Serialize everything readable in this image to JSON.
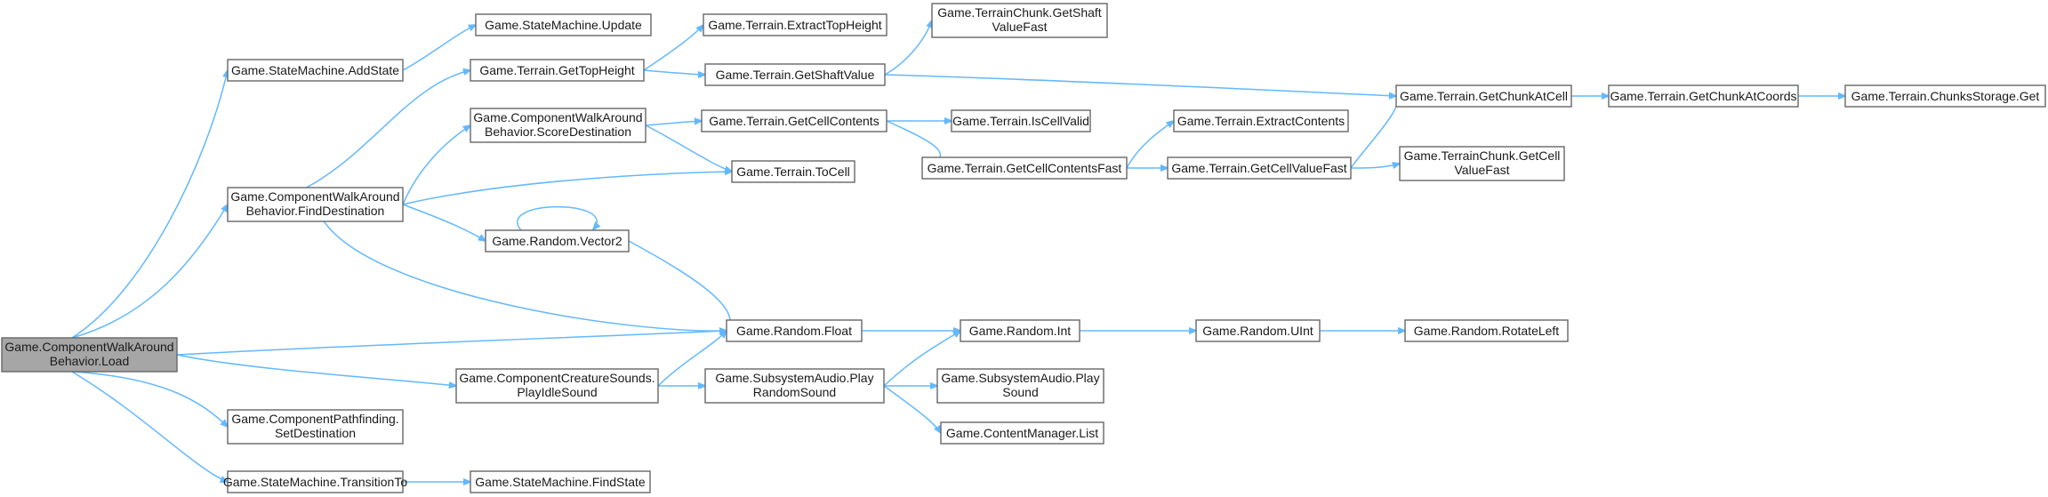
{
  "nodes": {
    "load": [
      "Game.ComponentWalkAround",
      "Behavior.Load"
    ],
    "addState": [
      "Game.StateMachine.AddState"
    ],
    "findDest": [
      "Game.ComponentWalkAround",
      "Behavior.FindDestination"
    ],
    "setDest": [
      "Game.ComponentPathfinding.",
      "SetDestination"
    ],
    "transTo": [
      "Game.StateMachine.TransitionTo"
    ],
    "smUpdate": [
      "Game.StateMachine.Update"
    ],
    "topHeight": [
      "Game.Terrain.GetTopHeight"
    ],
    "scoreDest": [
      "Game.ComponentWalkAround",
      "Behavior.ScoreDestination"
    ],
    "vector2": [
      "Game.Random.Vector2"
    ],
    "playIdle": [
      "Game.ComponentCreatureSounds.",
      "PlayIdleSound"
    ],
    "findState": [
      "Game.StateMachine.FindState"
    ],
    "extractTop": [
      "Game.Terrain.ExtractTopHeight"
    ],
    "shaftValue": [
      "Game.Terrain.GetShaftValue"
    ],
    "cellContents": [
      "Game.Terrain.GetCellContents"
    ],
    "toCell": [
      "Game.Terrain.ToCell"
    ],
    "rfloat": [
      "Game.Random.Float"
    ],
    "playRandom": [
      "Game.SubsystemAudio.Play",
      "RandomSound"
    ],
    "chunkShaft": [
      "Game.TerrainChunk.GetShaft",
      "ValueFast"
    ],
    "isCellValid": [
      "Game.Terrain.IsCellValid"
    ],
    "cellContentsFast": [
      "Game.Terrain.GetCellContentsFast"
    ],
    "rint": [
      "Game.Random.Int"
    ],
    "playSound": [
      "Game.SubsystemAudio.Play",
      "Sound"
    ],
    "cmList": [
      "Game.ContentManager.List"
    ],
    "extractContents": [
      "Game.Terrain.ExtractContents"
    ],
    "cellValueFast": [
      "Game.Terrain.GetCellValueFast"
    ],
    "chunkAtCell": [
      "Game.Terrain.GetChunkAtCell"
    ],
    "uint": [
      "Game.Random.UInt"
    ],
    "chunkAtCoords": [
      "Game.Terrain.GetChunkAtCoords"
    ],
    "chunkCellValue": [
      "Game.TerrainChunk.GetCell",
      "ValueFast"
    ],
    "rotateLeft": [
      "Game.Random.RotateLeft"
    ],
    "chunksGet": [
      "Game.Terrain.ChunksStorage.Get"
    ]
  },
  "colors": {
    "edge": "#63b8ff",
    "node_border": "#666666",
    "root_fill": "#a6a6a6",
    "node_fill": "#ffffff"
  }
}
